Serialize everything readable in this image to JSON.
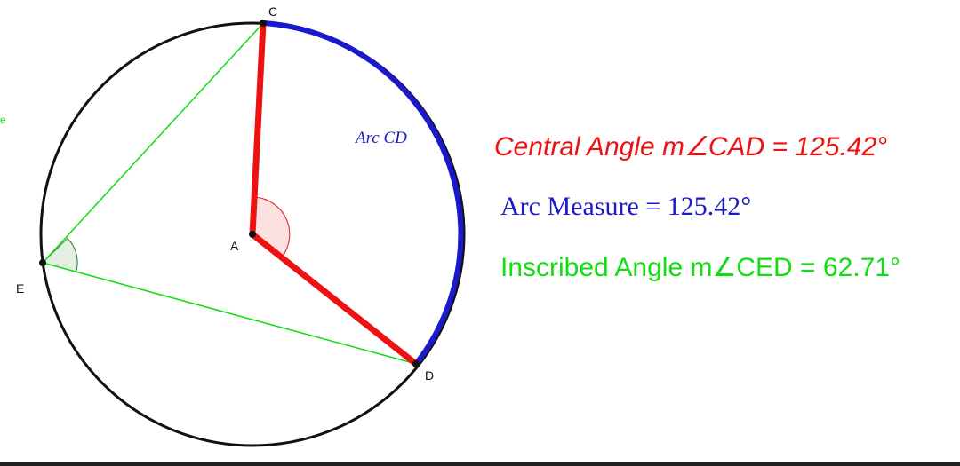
{
  "colors": {
    "central": "#ee1111",
    "arc": "#1a1acc",
    "inscribed": "#11dd11",
    "circle": "#111111",
    "central_fill": "#fde0e0",
    "inscribed_fill": "#e2efe2"
  },
  "points": {
    "A": "A",
    "C": "C",
    "D": "D",
    "E": "E"
  },
  "arc_label": "Arc CD",
  "stats": {
    "central": {
      "label": "Central Angle  m∠CAD = ",
      "value": "125.42°"
    },
    "arc": {
      "label": "Arc Measure  = ",
      "value": "125.42°"
    },
    "inscribed": {
      "label": "Inscribed Angle  m∠CED = ",
      "value": "62.71°"
    }
  },
  "edge_mark": "e"
}
